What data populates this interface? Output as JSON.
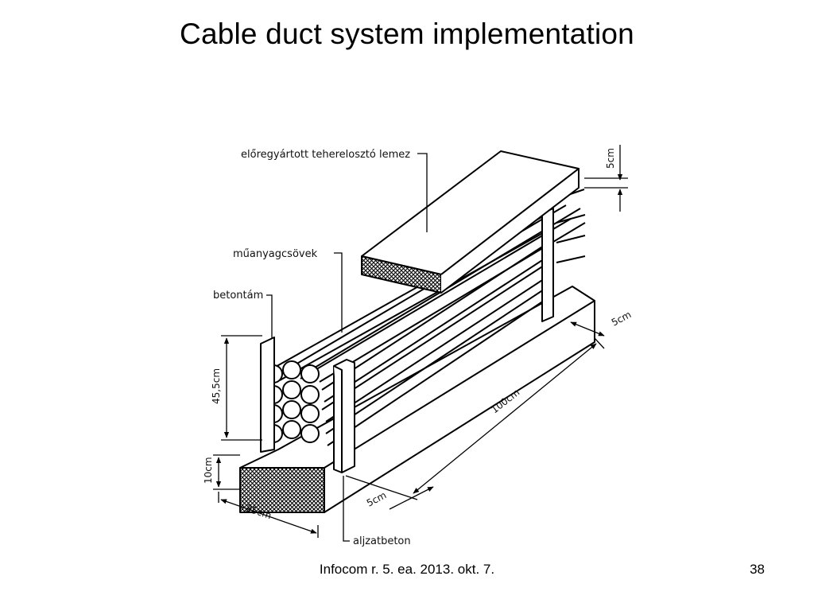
{
  "slide": {
    "title": "Cable duct system implementation",
    "footer": "Infocom r. 5. ea. 2013. okt. 7.",
    "page_number": "38"
  },
  "diagram": {
    "labels": {
      "cover_plate": "előregyártott teherelosztó lemez",
      "plastic_pipes": "műanyagcsövek",
      "concrete_support": "betontám",
      "base_concrete": "aljzatbeton"
    },
    "dimensions": {
      "plate_thickness": "5cm",
      "support_thickness_right": "5cm",
      "height": "45,5cm",
      "length": "100cm",
      "base_thickness": "10cm",
      "support_thickness_bottom": "5cm",
      "width": "35cm"
    }
  }
}
